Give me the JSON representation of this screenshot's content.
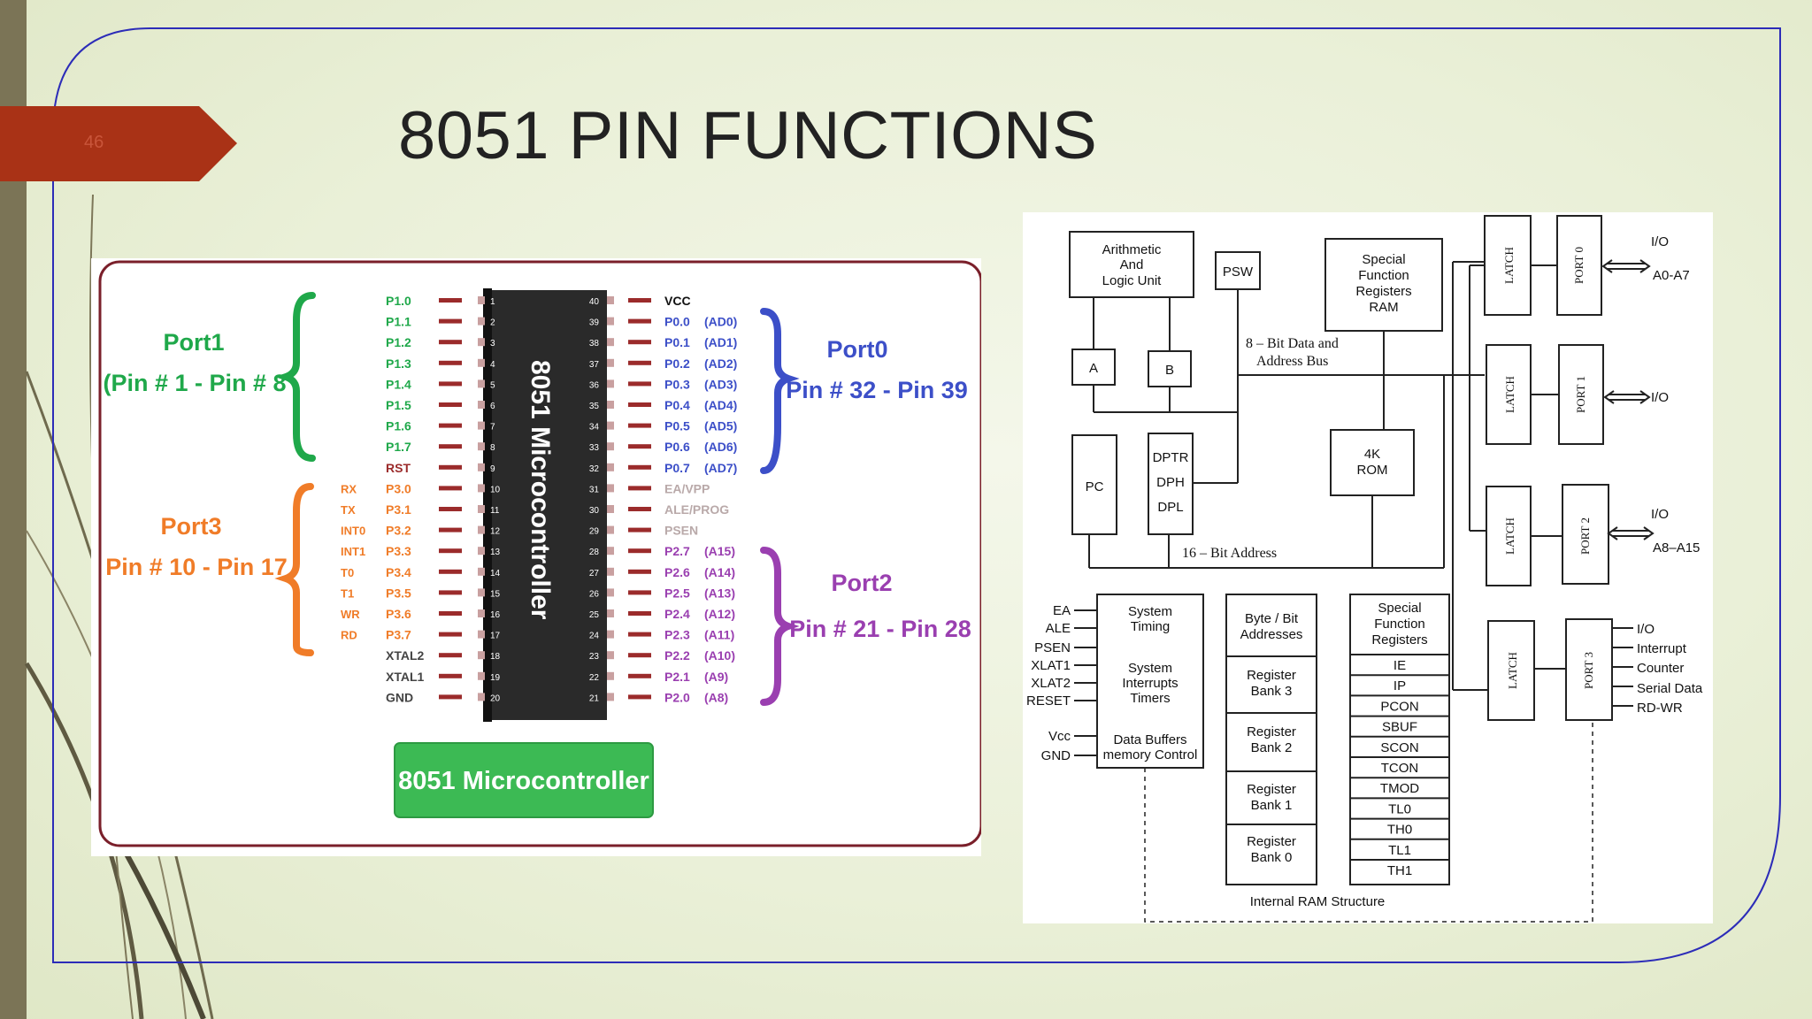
{
  "slide": {
    "page_number": "46",
    "title": "8051 PIN FUNCTIONS"
  },
  "colors": {
    "accent_tag": "#a93216",
    "frame_line": "#2c2cb8",
    "port1": "#1fa84a",
    "port3": "#f07c28",
    "port0": "#3c4fc8",
    "port2": "#9a3fb0",
    "pin_red": "#9b2b2b",
    "button_green": "#3cba54"
  },
  "pinout": {
    "chip_label": "8051 Microcontroller",
    "button_label": "8051 Microcontroller",
    "port1": {
      "name": "Port1",
      "range": "(Pin # 1 - Pin # 8"
    },
    "port3": {
      "name": "Port3",
      "range": "Pin # 10 - Pin 17"
    },
    "port0": {
      "name": "Port0",
      "range": "Pin # 32 - Pin 39"
    },
    "port2": {
      "name": "Port2",
      "range": "Pin # 21 - Pin 28"
    },
    "left_pins": [
      {
        "n": "1",
        "name": "P1.0",
        "alt": ""
      },
      {
        "n": "2",
        "name": "P1.1",
        "alt": ""
      },
      {
        "n": "3",
        "name": "P1.2",
        "alt": ""
      },
      {
        "n": "4",
        "name": "P1.3",
        "alt": ""
      },
      {
        "n": "5",
        "name": "P1.4",
        "alt": ""
      },
      {
        "n": "6",
        "name": "P1.5",
        "alt": ""
      },
      {
        "n": "7",
        "name": "P1.6",
        "alt": ""
      },
      {
        "n": "8",
        "name": "P1.7",
        "alt": ""
      },
      {
        "n": "9",
        "name": "RST",
        "alt": ""
      },
      {
        "n": "10",
        "name": "P3.0",
        "alt": "RX"
      },
      {
        "n": "11",
        "name": "P3.1",
        "alt": "TX"
      },
      {
        "n": "12",
        "name": "P3.2",
        "alt": "INT0"
      },
      {
        "n": "13",
        "name": "P3.3",
        "alt": "INT1"
      },
      {
        "n": "14",
        "name": "P3.4",
        "alt": "T0"
      },
      {
        "n": "15",
        "name": "P3.5",
        "alt": "T1"
      },
      {
        "n": "16",
        "name": "P3.6",
        "alt": "WR"
      },
      {
        "n": "17",
        "name": "P3.7",
        "alt": "RD"
      },
      {
        "n": "18",
        "name": "XTAL2",
        "alt": ""
      },
      {
        "n": "19",
        "name": "XTAL1",
        "alt": ""
      },
      {
        "n": "20",
        "name": "GND",
        "alt": ""
      }
    ],
    "right_pins": [
      {
        "n": "40",
        "name": "VCC",
        "alt": ""
      },
      {
        "n": "39",
        "name": "P0.0",
        "alt": "(AD0)"
      },
      {
        "n": "38",
        "name": "P0.1",
        "alt": "(AD1)"
      },
      {
        "n": "37",
        "name": "P0.2",
        "alt": "(AD2)"
      },
      {
        "n": "36",
        "name": "P0.3",
        "alt": "(AD3)"
      },
      {
        "n": "35",
        "name": "P0.4",
        "alt": "(AD4)"
      },
      {
        "n": "34",
        "name": "P0.5",
        "alt": "(AD5)"
      },
      {
        "n": "33",
        "name": "P0.6",
        "alt": "(AD6)"
      },
      {
        "n": "32",
        "name": "P0.7",
        "alt": "(AD7)"
      },
      {
        "n": "31",
        "name": "EA/VPP",
        "alt": ""
      },
      {
        "n": "30",
        "name": "ALE/PROG",
        "alt": ""
      },
      {
        "n": "29",
        "name": "PSEN",
        "alt": ""
      },
      {
        "n": "28",
        "name": "P2.7",
        "alt": "(A15)"
      },
      {
        "n": "27",
        "name": "P2.6",
        "alt": "(A14)"
      },
      {
        "n": "26",
        "name": "P2.5",
        "alt": "(A13)"
      },
      {
        "n": "25",
        "name": "P2.4",
        "alt": "(A12)"
      },
      {
        "n": "24",
        "name": "P2.3",
        "alt": "(A11)"
      },
      {
        "n": "23",
        "name": "P2.2",
        "alt": "(A10)"
      },
      {
        "n": "22",
        "name": "P2.1",
        "alt": "(A9)"
      },
      {
        "n": "21",
        "name": "P2.0",
        "alt": "(A8)"
      }
    ]
  },
  "block": {
    "alu": [
      "Arithmetic",
      "And",
      "Logic Unit"
    ],
    "psw": "PSW",
    "sfr_ram": [
      "Special",
      "Function",
      "Registers",
      "RAM"
    ],
    "reg_a": "A",
    "reg_b": "B",
    "data_bus": [
      "8 – Bit Data and",
      "Address Bus"
    ],
    "pc": "PC",
    "dptr": [
      "DPTR",
      "DPH",
      "DPL"
    ],
    "rom": [
      "4K",
      "ROM"
    ],
    "addr_bus": "16 – Bit Address",
    "latch": "LATCH",
    "ports": [
      "PORT 0",
      "PORT 1",
      "PORT 2",
      "PORT 3"
    ],
    "port0_io": [
      "I/O",
      "A0-A7"
    ],
    "port1_io": "I/O",
    "port2_io": [
      "I/O",
      "A8–A15"
    ],
    "port3_io": [
      "I/O",
      "Interrupt",
      "Counter",
      "Serial Data",
      "RD-WR"
    ],
    "ctrl_signals": [
      "EA",
      "ALE",
      "PSEN",
      "XLAT1",
      "XLAT2",
      "RESET",
      "Vcc",
      "GND"
    ],
    "sys_timing": [
      "System",
      "Timing"
    ],
    "sys_int": [
      "System",
      "Interrupts",
      "Timers"
    ],
    "data_buf": [
      "Data Buffers",
      "memory Control"
    ],
    "byte_bit": [
      "Byte / Bit",
      "Addresses"
    ],
    "banks": [
      [
        "Register",
        "Bank 3"
      ],
      [
        "Register",
        "Bank 2"
      ],
      [
        "Register",
        "Bank 1"
      ],
      [
        "Register",
        "Bank 0"
      ]
    ],
    "sfr_head": [
      "Special",
      "Function",
      "Registers"
    ],
    "sfr_list": [
      "IE",
      "IP",
      "PCON",
      "SBUF",
      "SCON",
      "TCON",
      "TMOD",
      "TL0",
      "TH0",
      "TL1",
      "TH1"
    ],
    "ram_caption": "Internal RAM Structure"
  }
}
